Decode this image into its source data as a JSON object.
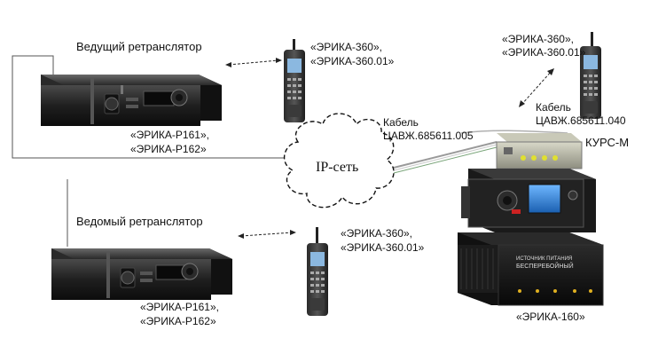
{
  "labels": {
    "master_repeater": "Ведущий ретранслятор",
    "slave_repeater": "Ведомый ретранслятор",
    "radio_top_1": "«ЭРИКА-360»,",
    "radio_top_2": "«ЭРИКА-360.01»",
    "radio_right_1": "«ЭРИКА-360»,",
    "radio_right_2": "«ЭРИКА-360.01»",
    "radio_bottom_1": "«ЭРИКА-360»,",
    "radio_bottom_2": "«ЭРИКА-360.01»",
    "rep_top_1": "«ЭРИКА-Р161»,",
    "rep_top_2": "«ЭРИКА-Р162»",
    "rep_bottom_1": "«ЭРИКА-Р161»,",
    "rep_bottom_2": "«ЭРИКА-Р162»",
    "cable_left_1": "Кабель",
    "cable_left_2": "ЦАВЖ.685611.005",
    "cable_right_1": "Кабель",
    "cable_right_2": "ЦАВЖ.685611.040",
    "kurs": "КУРС-М",
    "ip_network": "IP-сеть",
    "base_station": "«ЭРИКА-160»",
    "psu_text_1": "ИСТОЧНИК ПИТАНИЯ",
    "psu_text_2": "БЕСПЕРЕБОЙНЫЙ"
  }
}
